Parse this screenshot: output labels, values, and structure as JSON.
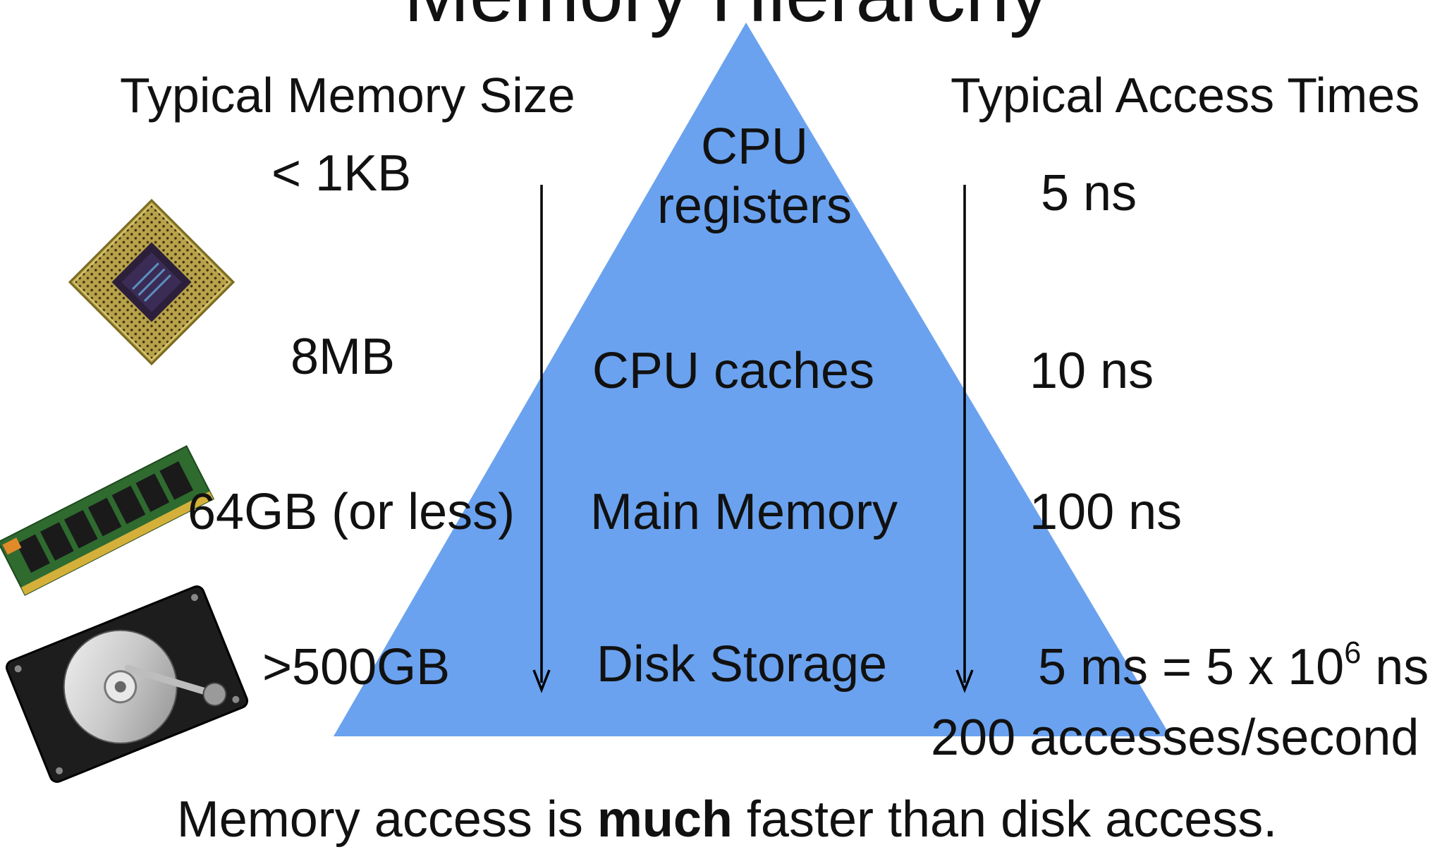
{
  "title": "Memory Hierarchy",
  "colors": {
    "pyramid": "#6aa2ef",
    "text": "#111111",
    "arrow": "#000000"
  },
  "headings": {
    "size": "Typical Memory Size",
    "time": "Typical Access Times"
  },
  "levels": [
    {
      "name_line1": "CPU",
      "name_line2": "registers",
      "size": "< 1KB",
      "time": "5 ns",
      "icon": "cpu-chip-icon"
    },
    {
      "name": "CPU caches",
      "size": "8MB",
      "time": "10 ns"
    },
    {
      "name": "Main Memory",
      "size": "64GB (or less)",
      "time": "100 ns",
      "icon": "ram-stick-icon"
    },
    {
      "name": "Disk Storage",
      "size": ">500GB",
      "time_prefix": "5 ms = 5 x 10",
      "time_exp": "6",
      "time_suffix": " ns",
      "icon": "hard-drive-icon"
    }
  ],
  "throughput": "200 accesses/second",
  "footer": {
    "before": "Memory access is ",
    "emphasis": "much",
    "after": " faster than disk access."
  }
}
